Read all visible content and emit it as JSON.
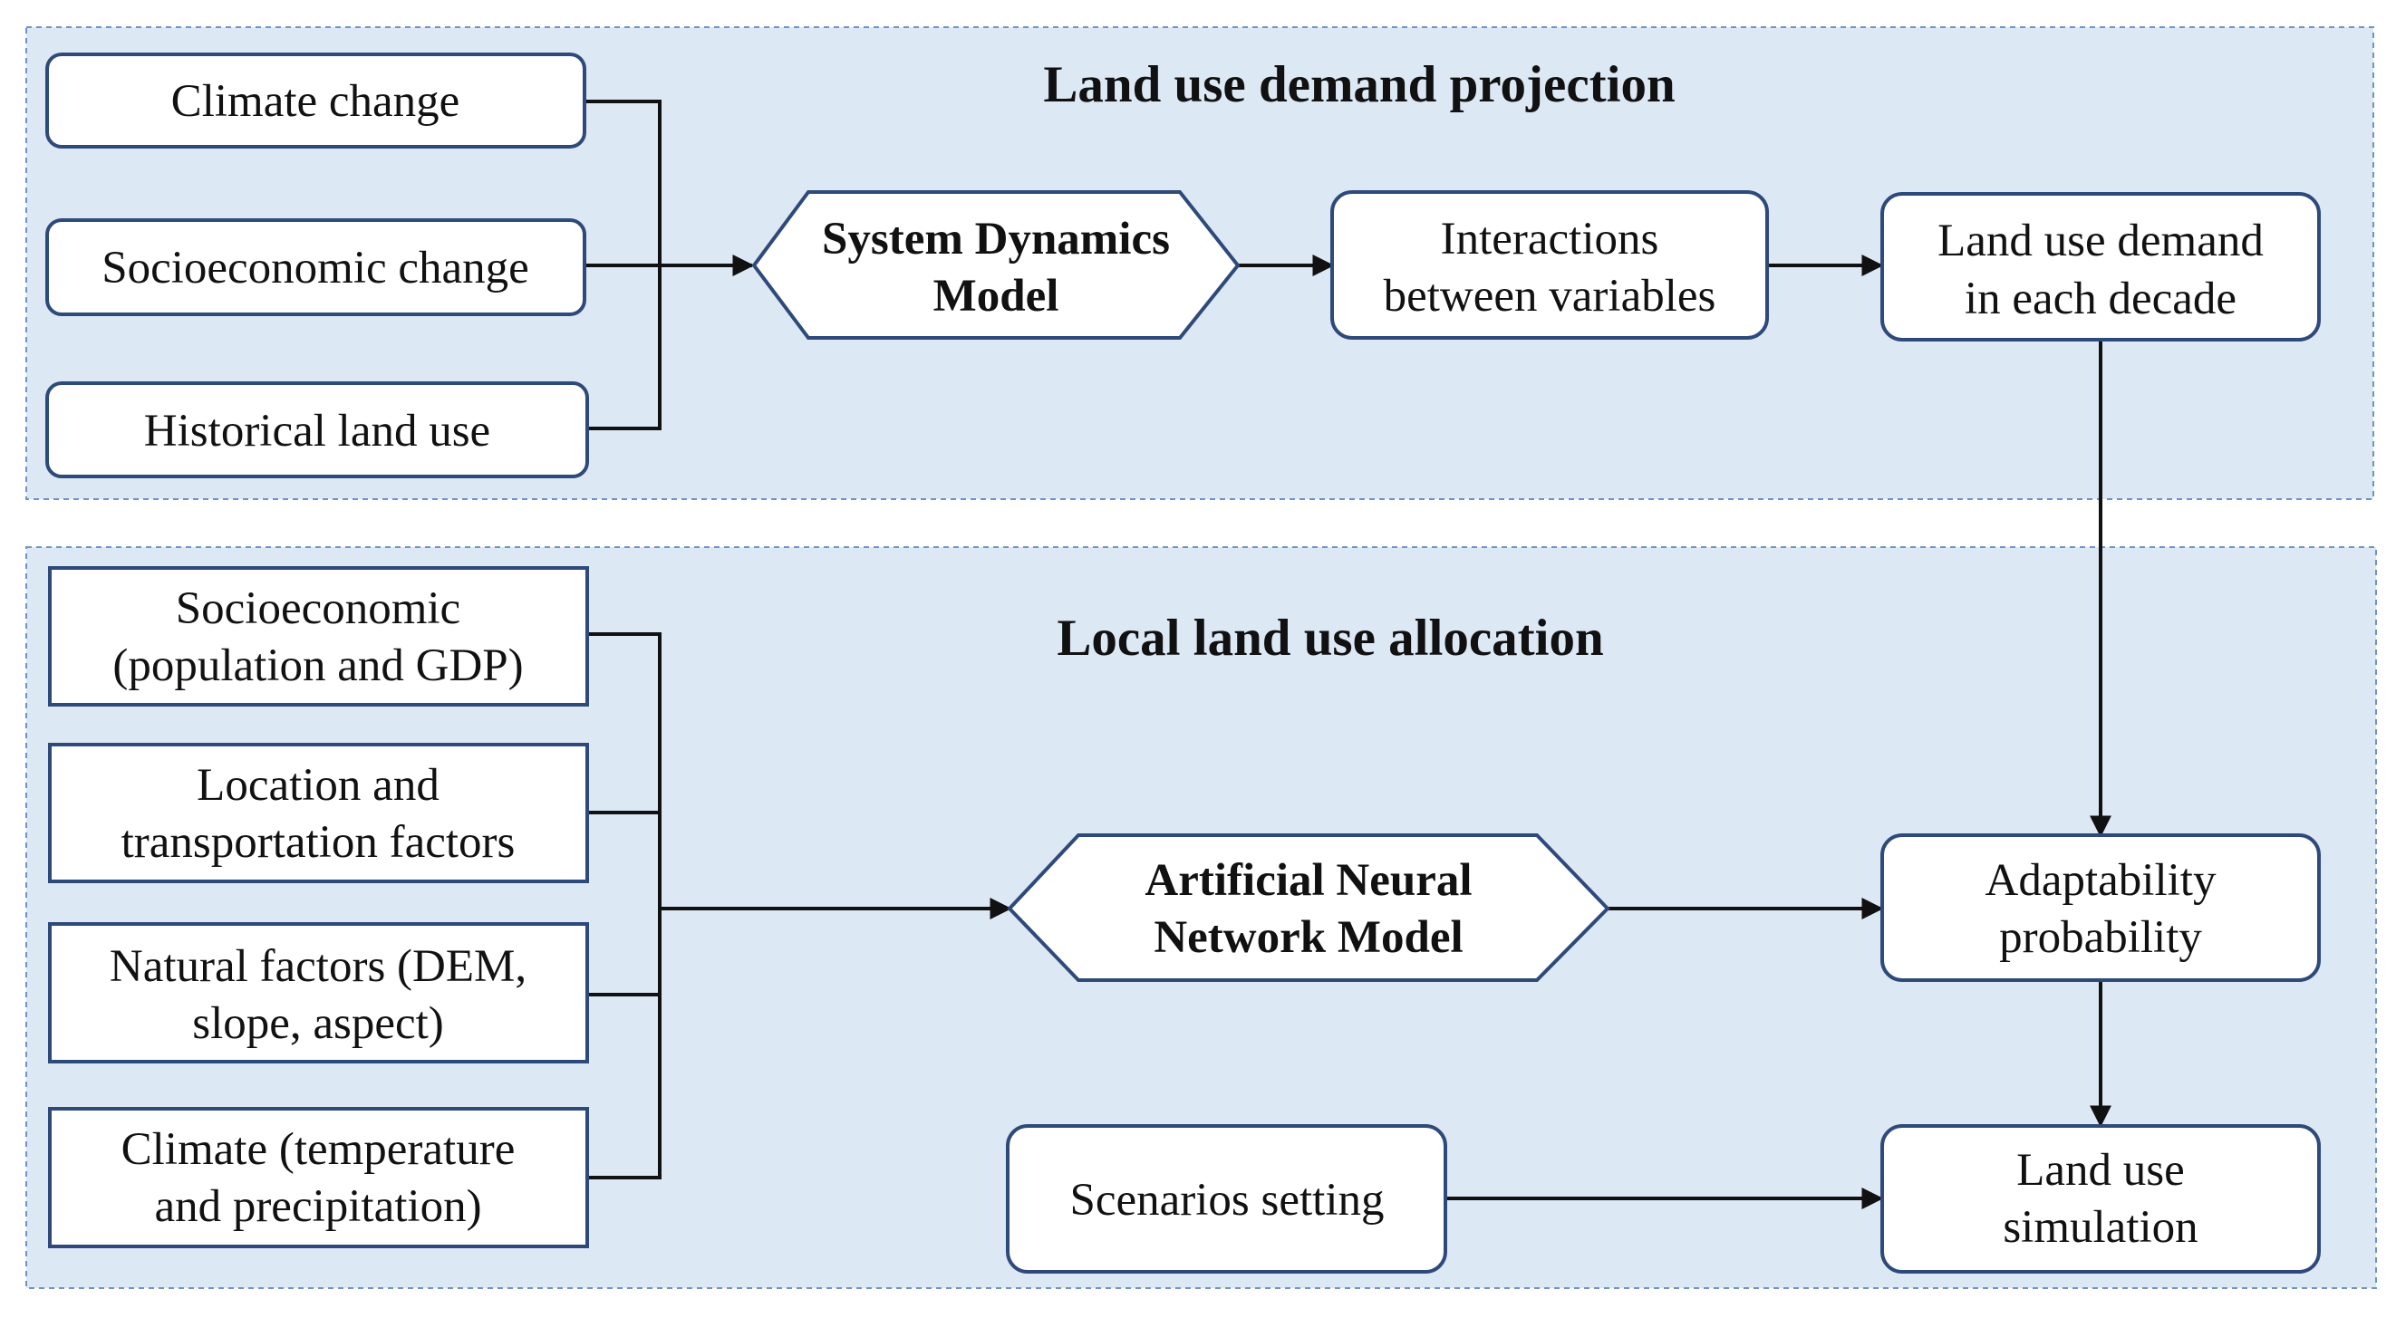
{
  "sections": {
    "demand": {
      "title": "Land use demand projection"
    },
    "allocation": {
      "title": "Local land use allocation"
    }
  },
  "nodes": {
    "climate_change": {
      "lines": [
        "Climate change"
      ]
    },
    "socioeconomic_change": {
      "lines": [
        "Socioeconomic change"
      ]
    },
    "historical_land_use": {
      "lines": [
        "Historical land use"
      ]
    },
    "system_dynamics_model": {
      "lines": [
        "System Dynamics",
        "Model"
      ]
    },
    "interactions": {
      "lines": [
        "Interactions",
        "between variables"
      ]
    },
    "land_use_demand": {
      "lines": [
        "Land use demand",
        "in each decade"
      ]
    },
    "socioeconomic_factors": {
      "lines": [
        "Socioeconomic",
        "(population and GDP)"
      ]
    },
    "location_transport": {
      "lines": [
        "Location and",
        "transportation factors"
      ]
    },
    "natural_factors": {
      "lines": [
        "Natural factors (DEM,",
        "slope, aspect)"
      ]
    },
    "climate_factors": {
      "lines": [
        "Climate (temperature",
        "and precipitation)"
      ]
    },
    "ann_model": {
      "lines": [
        "Artificial Neural",
        "Network Model"
      ]
    },
    "adaptability_probability": {
      "lines": [
        "Adaptability",
        "probability"
      ]
    },
    "scenarios_setting": {
      "lines": [
        "Scenarios setting"
      ]
    },
    "land_use_simulation": {
      "lines": [
        "Land use",
        "simulation"
      ]
    }
  },
  "colors": {
    "panel_fill": "#dde8f5",
    "panel_border": "#6f93c6",
    "box_border": "#2e4a7a",
    "arrow": "#111111"
  }
}
